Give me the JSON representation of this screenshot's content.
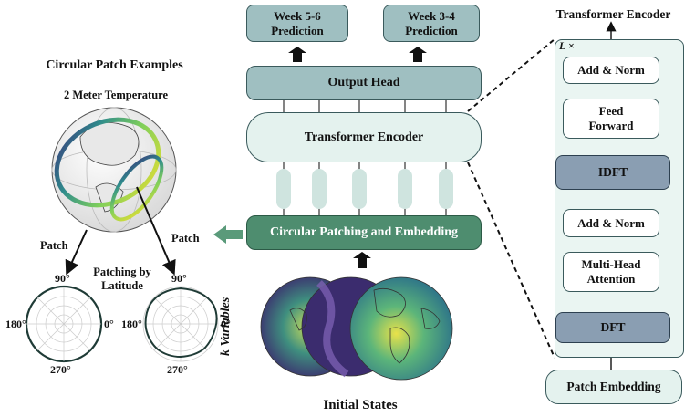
{
  "left": {
    "title": "Circular Patch Examples",
    "subtitle": "2 Meter Temperature",
    "patch_left": "Patch",
    "patch_right": "Patch",
    "patching_by": "Patching by",
    "latitude": "Latitude",
    "polar_left": {
      "top": "90°",
      "left": "180°",
      "right": "0°",
      "bottom": "270°"
    },
    "polar_right": {
      "top": "90°",
      "left": "180°",
      "right": "0°",
      "bottom": "270°"
    }
  },
  "middle": {
    "pred_56_line1": "Week 5-6",
    "pred_56_line2": "Prediction",
    "pred_34_line1": "Week 3-4",
    "pred_34_line2": "Prediction",
    "output_head": "Output Head",
    "transformer_encoder": "Transformer Encoder",
    "patching": "Circular Patching and Embedding",
    "k_variables": "k Variables",
    "initial_states": "Initial States"
  },
  "right": {
    "title": "Transformer Encoder",
    "l_times": "L ×",
    "add_norm_top": "Add & Norm",
    "feed_forward_1": "Feed",
    "feed_forward_2": "Forward",
    "idft": "IDFT",
    "add_norm_bottom": "Add & Norm",
    "mha_1": "Multi-Head",
    "mha_2": "Attention",
    "dft": "DFT",
    "patch_embedding": "Patch Embedding"
  },
  "colors": {
    "dark_block": "#8a9eb2",
    "teal_block": "#9fbfc1",
    "light_block": "#e4f2ee",
    "green_block": "#4e8d6f",
    "arrow_green": "#5a9a7a"
  }
}
